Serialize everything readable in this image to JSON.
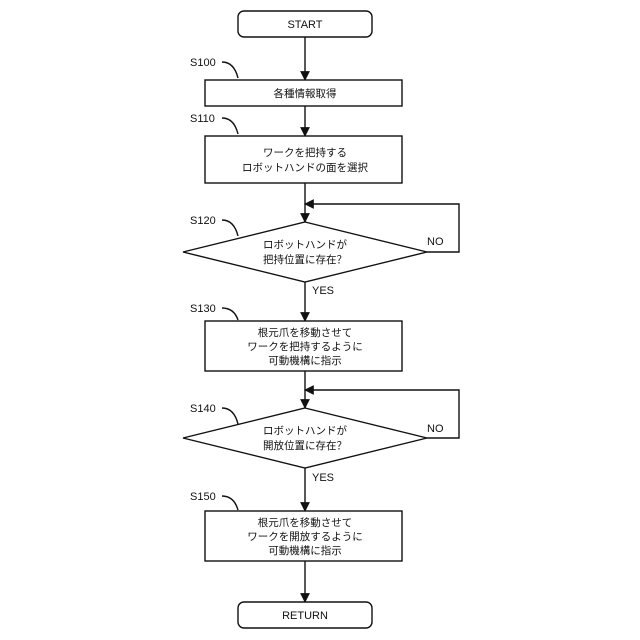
{
  "start": {
    "label": "START"
  },
  "end": {
    "label": "RETURN"
  },
  "steps": [
    {
      "id": "S100",
      "lines": [
        "各種情報取得"
      ]
    },
    {
      "id": "S110",
      "lines": [
        "ワークを把持する",
        "ロボットハンドの面を選択"
      ]
    },
    {
      "id": "S120",
      "lines": [
        "ロボットハンドが",
        "把持位置に存在？"
      ]
    },
    {
      "id": "S130",
      "lines": [
        "根元爪を移動させて",
        "ワークを把持するように",
        "可動機構に指示"
      ]
    },
    {
      "id": "S140",
      "lines": [
        "ロボットハンドが",
        "開放位置に存在？"
      ]
    },
    {
      "id": "S150",
      "lines": [
        "根元爪を移動させて",
        "ワークを開放するように",
        "可動機構に指示"
      ]
    }
  ],
  "branches": {
    "yes": "YES",
    "no": "NO"
  }
}
